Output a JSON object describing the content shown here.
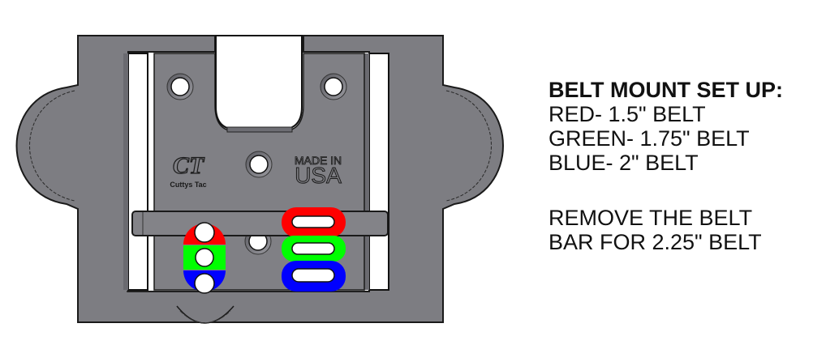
{
  "diagram": {
    "part_name": "belt-mount-plate",
    "part_color": "#7e7e82",
    "part_edge_color": "#222222",
    "logo_text": "CT",
    "logo_subtext": "Cuttys Tac",
    "stamp_line1": "MADE IN",
    "stamp_line2": "USA",
    "hole_positions": [
      {
        "color_name": "red",
        "color": "#ff0000",
        "belt_size": "1.5\""
      },
      {
        "color_name": "green",
        "color": "#00ff00",
        "belt_size": "1.75\""
      },
      {
        "color_name": "blue",
        "color": "#0000ff",
        "belt_size": "2\""
      }
    ]
  },
  "legend": {
    "title": "BELT MOUNT SET UP:",
    "lines": [
      "RED- 1.5\" BELT",
      "GREEN- 1.75\" BELT",
      "BLUE- 2\" BELT"
    ],
    "note_lines": [
      "REMOVE THE BELT",
      "BAR FOR 2.25\" BELT"
    ]
  }
}
